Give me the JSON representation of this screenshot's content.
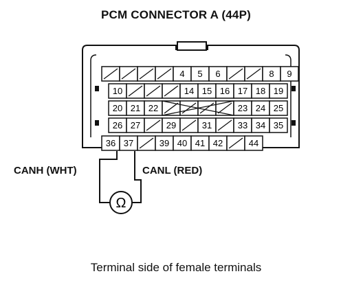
{
  "title": "PCM CONNECTOR A (44P)",
  "canh_label": "CANH (WHT)",
  "canl_label": "CANL (RED)",
  "ohm_symbol": "Ω",
  "caption": "Terminal side of female terminals",
  "rows": [
    [
      "",
      "",
      "",
      "",
      "4",
      "5",
      "6",
      "",
      "",
      "8",
      "9"
    ],
    [
      "10",
      "",
      "",
      "",
      "14",
      "15",
      "16",
      "17",
      "18",
      "19"
    ],
    [
      "20",
      "21",
      "22",
      "",
      "",
      "",
      "",
      "23",
      "24",
      "25"
    ],
    [
      "26",
      "27",
      "",
      "29",
      "",
      "31",
      "",
      "33",
      "34",
      "35"
    ],
    [
      "36",
      "37",
      "",
      "39",
      "40",
      "41",
      "42",
      "",
      "44"
    ]
  ],
  "probed_pins": [
    "36",
    "37"
  ]
}
